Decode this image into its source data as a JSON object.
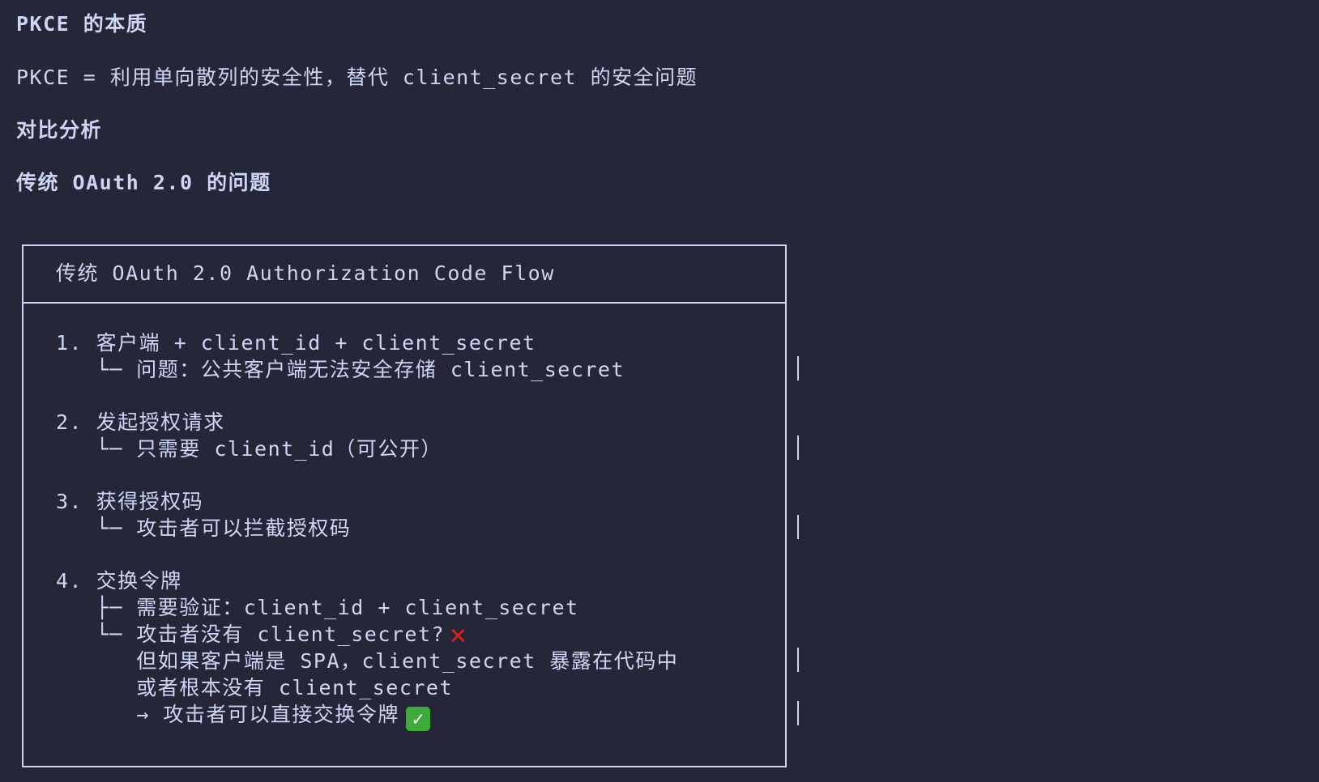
{
  "heading1": "PKCE 的本质",
  "summary": "PKCE = 利用单向散列的安全性，替代 client_secret 的安全问题",
  "heading2": "对比分析",
  "heading3": "传统 OAuth 2.0 的问题",
  "box": {
    "title": "传统 OAuth 2.0 Authorization Code Flow",
    "lines": [
      "1. 客户端 + client_id + client_secret",
      "   └─ 问题：公共客户端无法安全存储 client_secret",
      "2. 发起授权请求",
      "   └─ 只需要 client_id（可公开）",
      "3. 获得授权码",
      "   └─ 攻击者可以拦截授权码",
      "4. 交换令牌",
      "   ├─ 需要验证：client_id + client_secret",
      "   └─ 攻击者没有 client_secret?",
      "      但如果客户端是 SPA，client_secret 暴露在代码中",
      "      或者根本没有 client_secret",
      "      → 攻击者可以直接交换令牌"
    ],
    "cross_mark_icon": "cross-mark-icon",
    "check_mark_icon": "check-mark-icon"
  }
}
